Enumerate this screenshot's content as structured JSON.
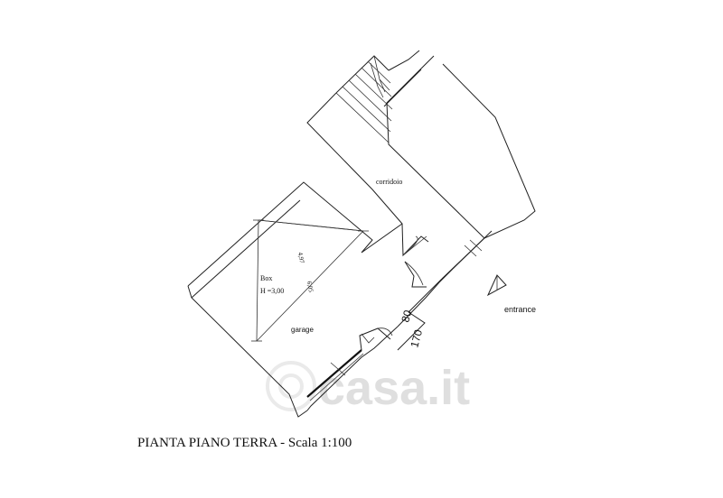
{
  "rooms": {
    "corridor": "corridoio",
    "box_name": "Box",
    "box_height": "H =3,00",
    "garage": "garage"
  },
  "dimensions": {
    "box_width": "4,97",
    "box_depth": "6,05",
    "door_a": "80",
    "door_b": "170"
  },
  "labels": {
    "entrance": "entrance"
  },
  "watermark": "casa.it",
  "caption": "PIANTA PIANO TERRA - Scala 1:100"
}
